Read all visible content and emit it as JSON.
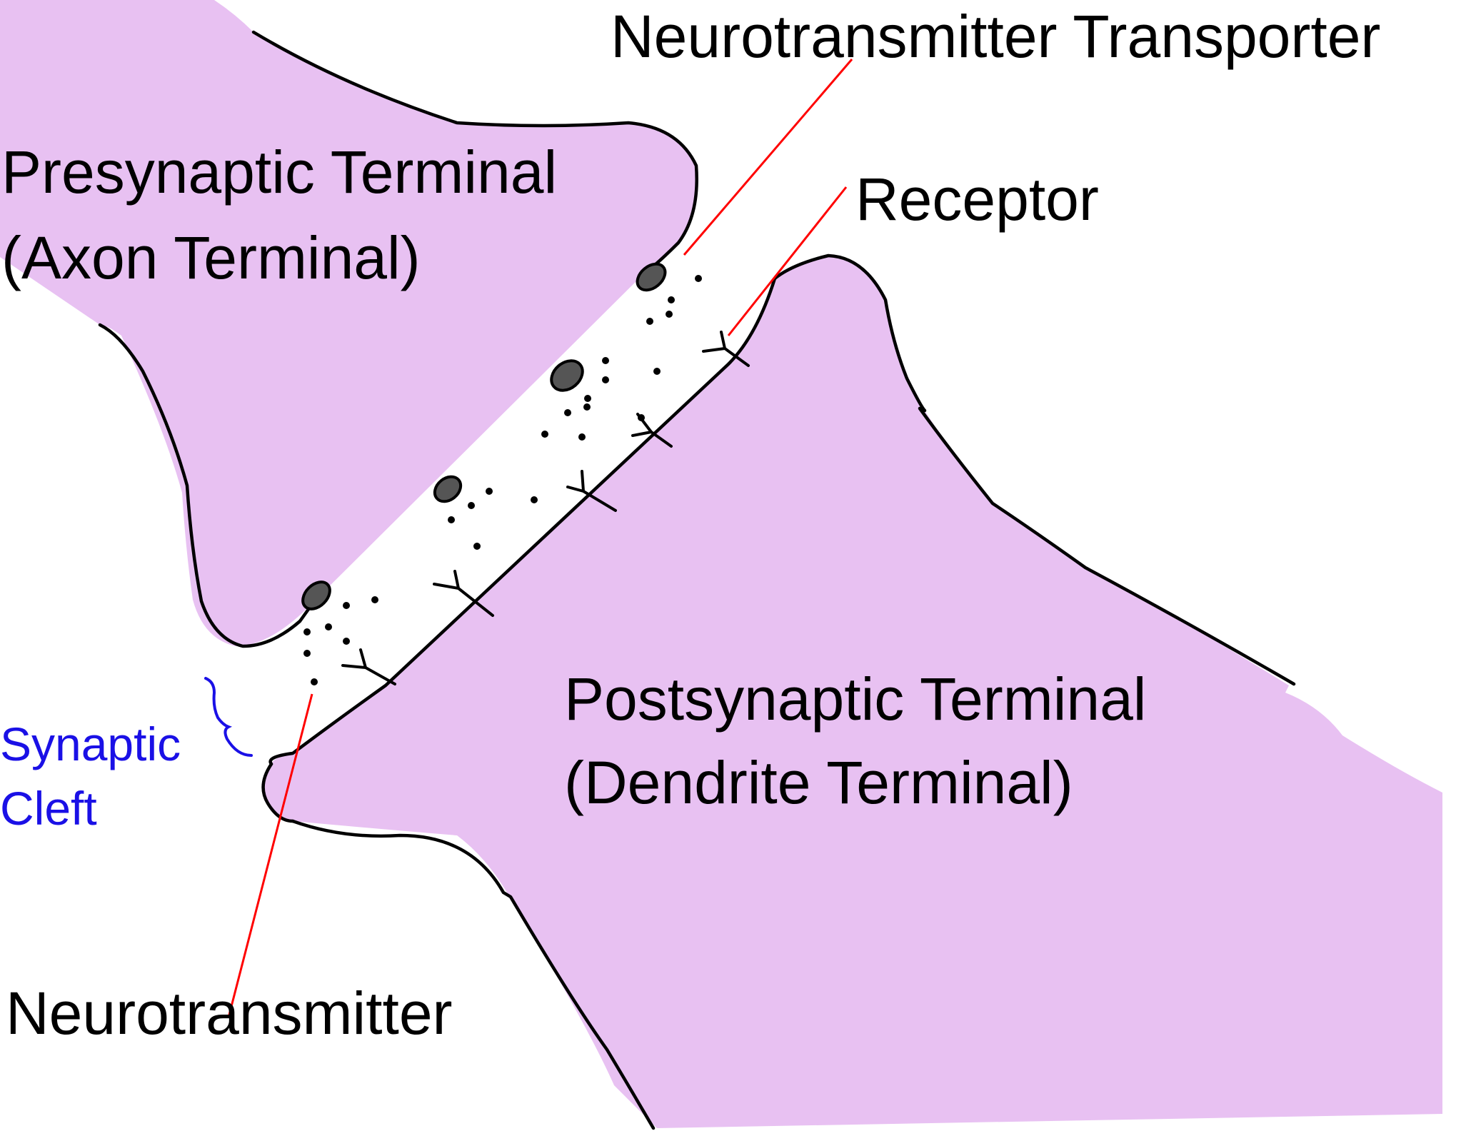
{
  "labels": {
    "presynaptic_line1": "Presynaptic Terminal",
    "presynaptic_line2": "(Axon Terminal)",
    "postsynaptic_line1": "Postsynaptic Terminal",
    "postsynaptic_line2": "(Dendrite Terminal)",
    "transporter": "Neurotransmitter Transporter",
    "receptor": "Receptor",
    "neurotransmitter": "Neurotransmitter",
    "cleft_line1": "Synaptic",
    "cleft_line2": "Cleft"
  },
  "colors": {
    "membrane_fill": "#e8c1f2",
    "outline": "#000000",
    "leader_line": "#ff0000",
    "cleft_label": "#1a10e6",
    "text": "#000000"
  }
}
